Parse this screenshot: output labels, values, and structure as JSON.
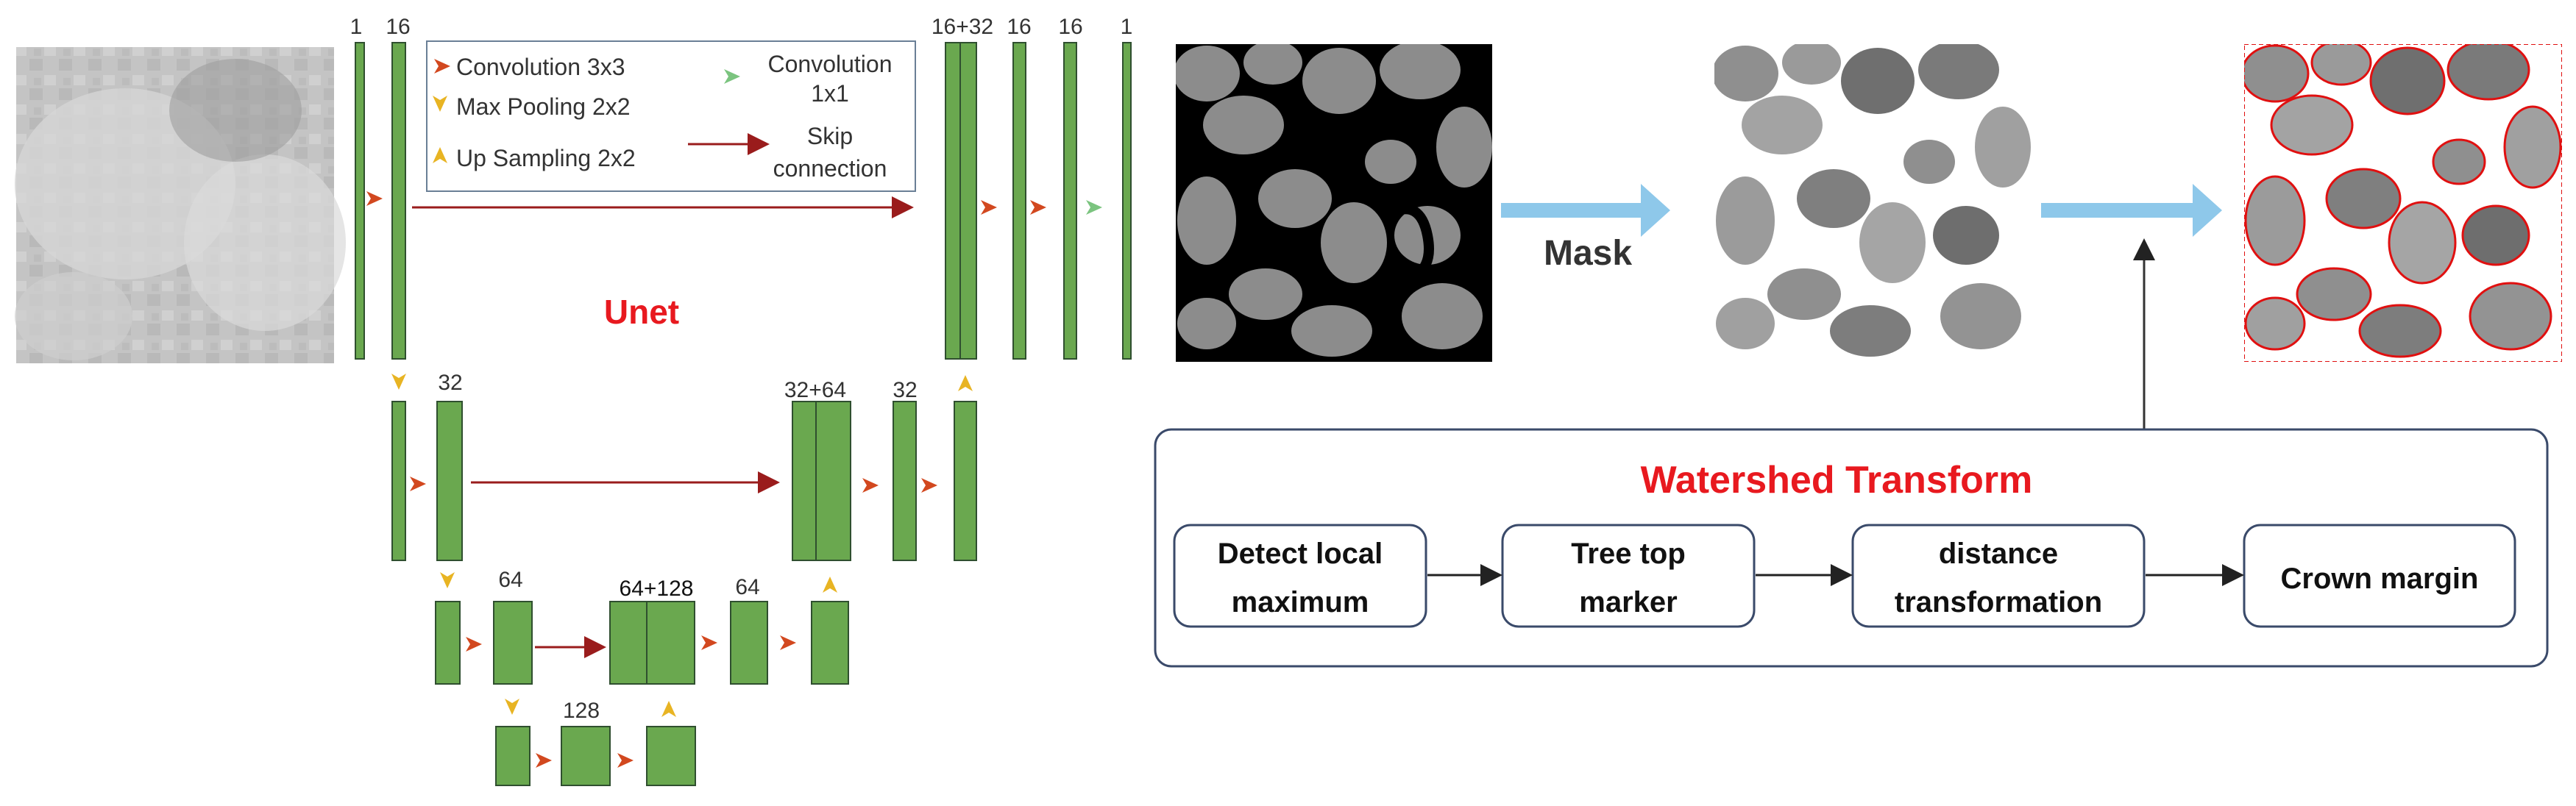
{
  "unet": {
    "title": "Unet",
    "channel_labels": {
      "l1_in": "1",
      "l1_enc": "16",
      "l1_dec_concat": "16+32",
      "l1_dec_a": "16",
      "l1_dec_b": "16",
      "l1_out": "1",
      "l2_enc": "32",
      "l2_dec_concat": "32+64",
      "l2_dec": "32",
      "l3_enc": "64",
      "l3_dec_concat": "64+128",
      "l3_dec": "64",
      "l4_enc": "128"
    }
  },
  "legend": {
    "conv3": "Convolution 3x3",
    "maxpool": "Max Pooling 2x2",
    "upsample": "Up Sampling 2x2",
    "conv1_line1": "Convolution",
    "conv1_line2": "1x1",
    "skip_line1": "Skip",
    "skip_line2": "connection"
  },
  "mask_label": "Mask",
  "watershed": {
    "title": "Watershed Transform",
    "steps": [
      {
        "line1": "Detect local",
        "line2": "maximum"
      },
      {
        "line1": "Tree top",
        "line2": "marker"
      },
      {
        "line1": "distance",
        "line2": "transformation"
      },
      {
        "line1": "Crown margin",
        "line2": ""
      }
    ]
  },
  "colors": {
    "block_fill": "#6aa84f",
    "block_stroke": "#2f4f2f",
    "conv_arrow": "#d2481f",
    "pool_arrow": "#e8b423",
    "conv1_arrow": "#7bc47f",
    "skip_line": "#9a1c1c",
    "title_red": "#e8191f",
    "big_arrow": "#8ec8ea",
    "crown_outline": "#e01010"
  }
}
